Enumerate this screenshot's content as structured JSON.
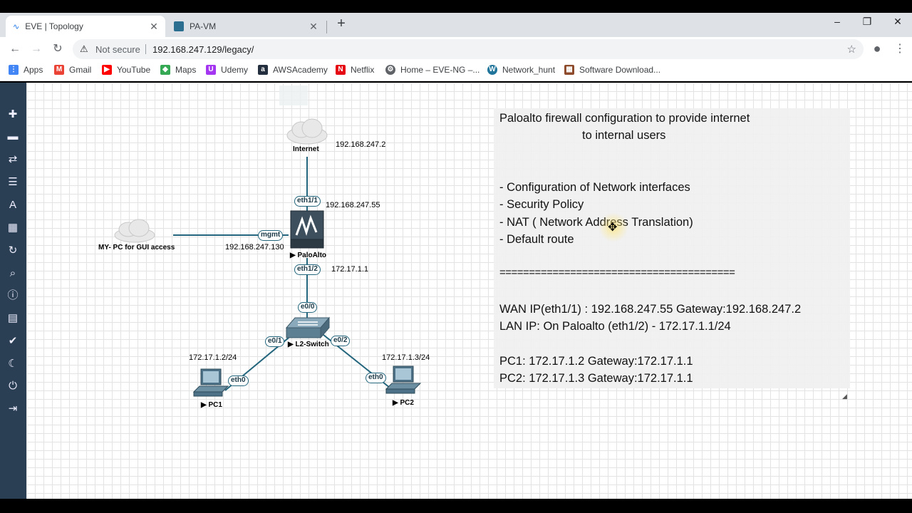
{
  "browser": {
    "tabs": [
      {
        "title": "EVE | Topology",
        "active": true
      },
      {
        "title": "PA-VM",
        "active": false
      }
    ],
    "new_tab": "+",
    "window_controls": {
      "minimize": "–",
      "restore": "❐",
      "close": "✕"
    },
    "address": {
      "security_label": "Not secure",
      "url": "192.168.247.129/legacy/"
    },
    "bookmarks": [
      {
        "label": "Apps",
        "icon": "apps-grid-icon",
        "color": "#4285f4"
      },
      {
        "label": "Gmail",
        "icon": "gmail-icon",
        "color": "#ea4335"
      },
      {
        "label": "YouTube",
        "icon": "youtube-icon",
        "color": "#ff0000"
      },
      {
        "label": "Maps",
        "icon": "maps-icon",
        "color": "#34a853"
      },
      {
        "label": "Udemy",
        "icon": "udemy-icon",
        "color": "#a435f0"
      },
      {
        "label": "AWSAcademy",
        "icon": "aws-icon",
        "color": "#232f3e"
      },
      {
        "label": "Netflix",
        "icon": "netflix-icon",
        "color": "#e50914"
      },
      {
        "label": "Home – EVE-NG –...",
        "icon": "eve-icon",
        "color": "#5f6368"
      },
      {
        "label": "Network_hunt",
        "icon": "wordpress-icon",
        "color": "#21759b"
      },
      {
        "label": "Software Download...",
        "icon": "software-icon",
        "color": "#8d4b2c"
      }
    ]
  },
  "sidebar": {
    "icons": [
      "add-icon",
      "node-icon",
      "transfer-icon",
      "list-icon",
      "text-icon",
      "grid-icon",
      "refresh-icon",
      "zoom-icon",
      "info-icon",
      "notes-icon",
      "check-icon",
      "moon-icon",
      "power-icon",
      "logout-icon"
    ]
  },
  "topology": {
    "nodes": {
      "internet": {
        "name": "Internet",
        "ip": "192.168.247.2"
      },
      "mypc": {
        "name": "MY- PC for GUI access"
      },
      "paloalto": {
        "name": "▶ PaloAlto",
        "ip_top": "192.168.247.55",
        "ip_mgmt": "192.168.247.130",
        "ip_bottom": "172.17.1.1"
      },
      "switch": {
        "name": "▶ L2-Switch"
      },
      "pc1": {
        "name": "▶ PC1",
        "ip": "172.17.1.2/24"
      },
      "pc2": {
        "name": "▶ PC2",
        "ip": "172.17.1.3/24"
      }
    },
    "ports": {
      "eth1_1": "eth1/1",
      "mgmt": "mgmt",
      "eth1_2": "eth1/2",
      "e0_0": "e0/0",
      "e0_1": "e0/1",
      "e0_2": "e0/2",
      "pc1_eth0": "eth0",
      "pc2_eth0": "eth0"
    },
    "colors": {
      "link": "#23657c",
      "sidebar": "#2a3f54"
    }
  },
  "notes": {
    "lines": [
      "Paloalto firewall configuration to provide internet",
      "to internal users",
      "- Configuration of Network interfaces",
      "- Security Policy",
      "- NAT ( Network Address Translation)",
      "- Default route",
      "========================================",
      "WAN IP(eth1/1) : 192.168.247.55 Gateway:192.168.247.2",
      "LAN IP: On Paloalto (eth1/2) - 172.17.1.1/24",
      "PC1: 172.17.1.2 Gateway:172.17.1.1",
      "PC2: 172.17.1.3 Gateway:172.17.1.1"
    ]
  }
}
